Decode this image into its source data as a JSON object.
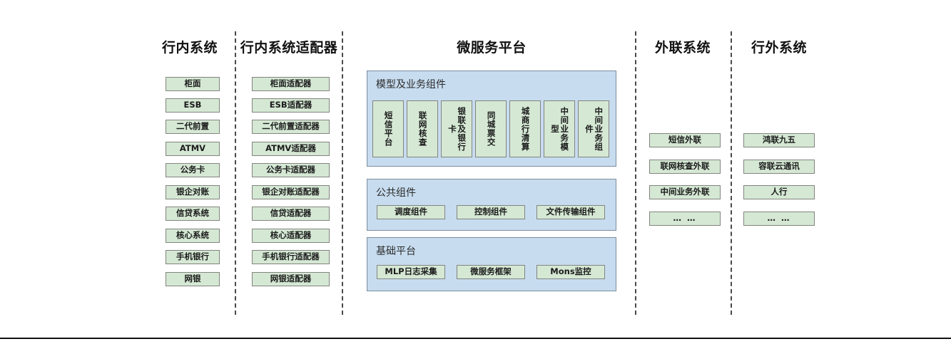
{
  "diagram": {
    "columns": [
      {
        "id": "inbank",
        "title": "行内系统",
        "nodes": [
          "柜面",
          "ESB",
          "二代前置",
          "ATMV",
          "公务卡",
          "银企对账",
          "信贷系统",
          "核心系统",
          "手机银行",
          "网银"
        ]
      },
      {
        "id": "inbank-adapter",
        "title": "行内系统适配器",
        "nodes": [
          "柜面适配器",
          "ESB适配器",
          "二代前置适配器",
          "ATMV适配器",
          "公务卡适配器",
          "银企对账适配器",
          "信贷适配器",
          "核心适配器",
          "手机银行适配器",
          "网银适配器"
        ]
      },
      {
        "id": "microservice",
        "title": "微服务平台",
        "panels": [
          {
            "id": "model-business",
            "title": "模型及业务组件",
            "orientation": "vertical",
            "nodes": [
              "短信平台",
              "联网核查",
              "银联及银行卡",
              "同城票交",
              "城商行清算",
              "中间业务模型",
              "中间业务组件"
            ]
          },
          {
            "id": "public-components",
            "title": "公共组件",
            "orientation": "horizontal",
            "nodes": [
              "调度组件",
              "控制组件",
              "文件传输组件"
            ]
          },
          {
            "id": "base-platform",
            "title": "基础平台",
            "orientation": "horizontal",
            "nodes": [
              "MLP日志采集",
              "微服务框架",
              "Mons监控"
            ]
          }
        ]
      },
      {
        "id": "external-link",
        "title": "外联系统",
        "nodes": [
          "短信外联",
          "联网核查外联",
          "中间业务外联",
          "… …"
        ]
      },
      {
        "id": "outside-bank",
        "title": "行外系统",
        "nodes": [
          "鸿联九五",
          "容联云通讯",
          "人行",
          "… …"
        ]
      }
    ],
    "colors": {
      "node_fill": "#d5e8d4",
      "node_border": "#82847f",
      "panel_fill": "#c7dcef",
      "panel_border": "#7b8da0",
      "divider": "#4a4a4a",
      "text": "#1a1a1a",
      "background": "#ffffff"
    }
  }
}
